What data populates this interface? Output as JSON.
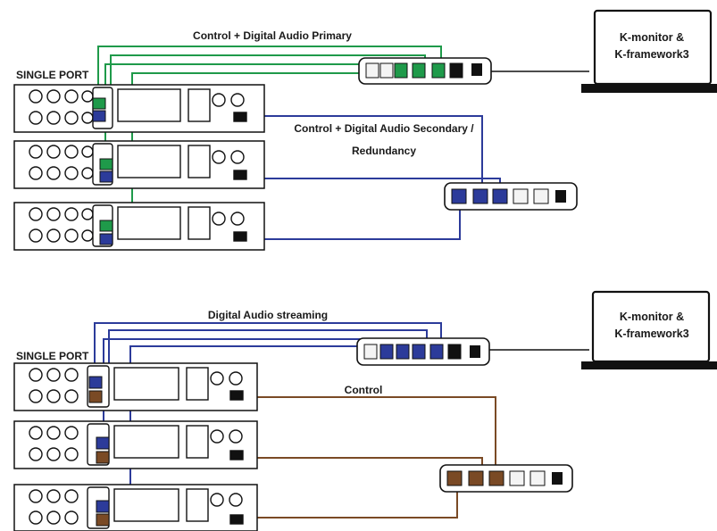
{
  "top": {
    "cable_label_primary": "Control + Digital Audio Primary",
    "cable_label_secondary_1": "Control + Digital Audio Secondary /",
    "cable_label_secondary_2": "Redundancy",
    "port_label": "SINGLE PORT",
    "laptop_line1": "K-monitor &",
    "laptop_line2": "K-framework3",
    "primary_color": "#1f9a4a",
    "secondary_color": "#2c3b9a"
  },
  "bottom": {
    "cable_label_audio": "Digital Audio streaming",
    "cable_label_control": "Control",
    "port_label": "SINGLE PORT",
    "laptop_line1": "K-monitor &",
    "laptop_line2": "K-framework3",
    "audio_color": "#2c3b9a",
    "control_color": "#7a4a25"
  },
  "icons": [
    "amplifier-rack-icon",
    "network-switch-icon",
    "laptop-icon",
    "ethernet-port-icon"
  ]
}
